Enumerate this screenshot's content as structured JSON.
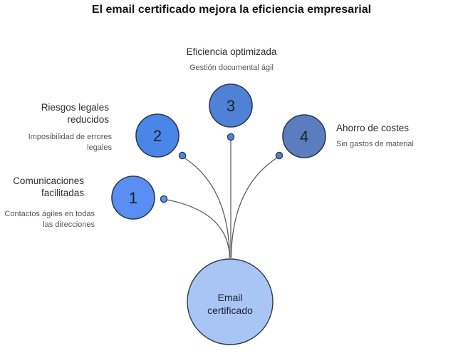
{
  "title": "El email certificado mejora la eficiencia empresarial",
  "diagram": {
    "center": {
      "label": "Email\ncertificado",
      "color": "#a9c5f4"
    },
    "nodes": [
      {
        "number": "1",
        "title": "Comunicaciones\nfacilitadas",
        "subtitle": "Contactos ágiles en todas\nlas direcciones",
        "color": "#5a8ef2"
      },
      {
        "number": "2",
        "title": "Riesgos legales\nreducidos",
        "subtitle": "Imposibilidad de errores\nlegales",
        "color": "#4a86e8"
      },
      {
        "number": "3",
        "title": "Eficiencia optimizada",
        "subtitle": "Gestión documental ágil",
        "color": "#4f82d6"
      },
      {
        "number": "4",
        "title": "Ahorro de costes",
        "subtitle": "Sin gastos de material",
        "color": "#5b7dc0"
      }
    ],
    "outline_color": "#2f3a4d",
    "connector_color": "#5c5c5c",
    "trunk_color": "#9a9a9a",
    "text_color": "#2d2d2d",
    "subtitle_color": "#555555"
  }
}
